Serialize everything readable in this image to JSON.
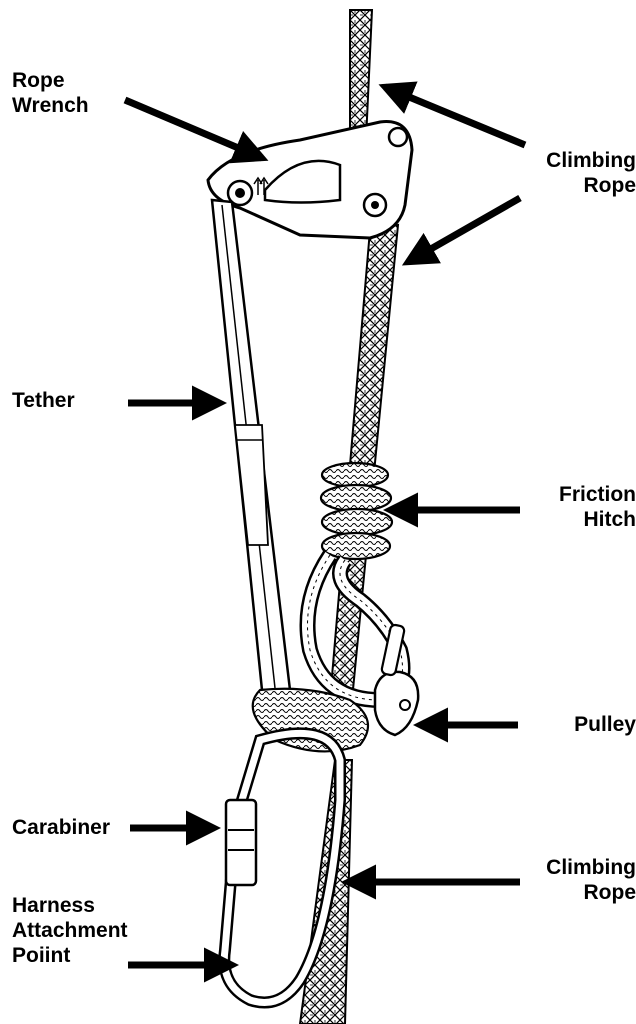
{
  "labels": {
    "rope_wrench": [
      "Rope",
      "Wrench"
    ],
    "climbing_rope_top": [
      "Climbing",
      "Rope"
    ],
    "tether": [
      "Tether"
    ],
    "friction_hitch": [
      "Friction",
      "Hitch"
    ],
    "pulley": [
      "Pulley"
    ],
    "carabiner": [
      "Carabiner"
    ],
    "climbing_rope_bottom": [
      "Climbing",
      "Rope"
    ],
    "harness_attachment_point": [
      "Harness",
      "Attachment",
      "Poiint"
    ]
  },
  "colors": {
    "ink": "#000000",
    "paper": "#ffffff"
  }
}
